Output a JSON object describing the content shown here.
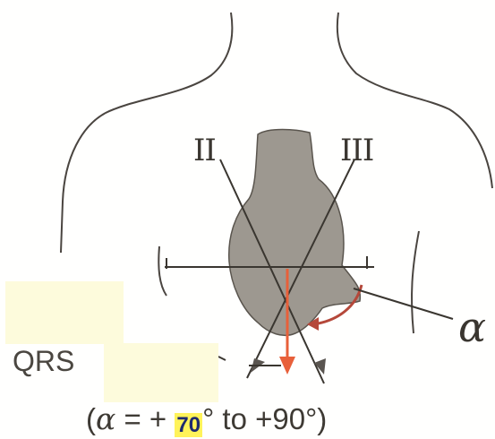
{
  "labels": {
    "lead_ii": "II",
    "lead_iii": "III",
    "alpha": "α",
    "qrs": "QRS"
  },
  "formula": {
    "open": "(",
    "alpha": "α",
    "middle": " = + ",
    "highlight": "70",
    "rest": "° to +90°)"
  },
  "colors": {
    "outline": "#4a4540",
    "heart_fill": "#9d9890",
    "vector_arrow": "#e8603a",
    "angle_arc": "#b5483a",
    "highlight": "#fff35a"
  }
}
